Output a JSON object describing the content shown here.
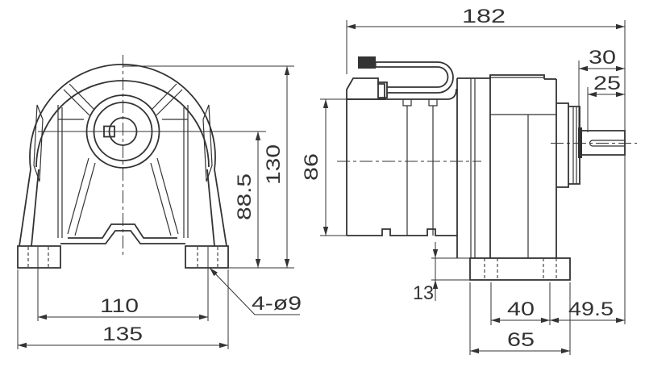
{
  "drawing": {
    "line_color": "#333333",
    "background": "#ffffff",
    "front_view": {
      "dim_total_height": "130",
      "dim_center_height": "88.5",
      "dim_hole_pitch": "110",
      "dim_base_width": "135",
      "dim_holes_callout": "4-ø9"
    },
    "side_view": {
      "dim_total_length": "182",
      "dim_shaft_extension": "30",
      "dim_key_length": "25",
      "dim_motor_height": "86",
      "dim_base_plate_height": "13",
      "dim_hole_pitch": "40",
      "dim_hole_to_shaft_end": "49.5",
      "dim_base_length": "65"
    }
  }
}
